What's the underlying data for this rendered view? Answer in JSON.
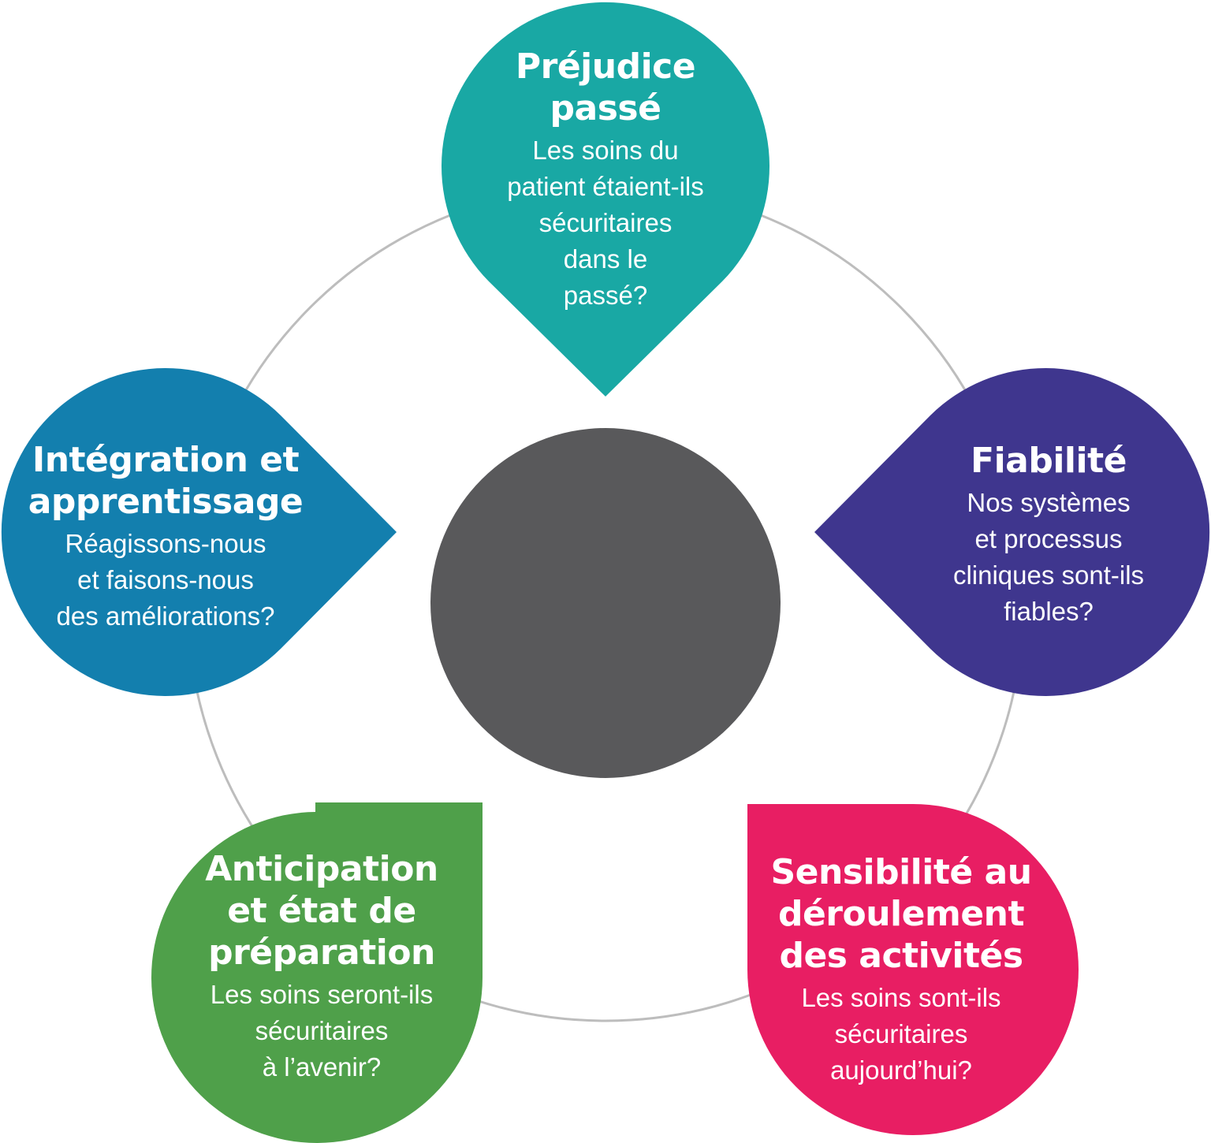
{
  "diagram": {
    "type": "cycle",
    "colors": {
      "ring": "#bdbdbd",
      "center": "#59595b",
      "text": "#ffffff"
    },
    "center": {
      "label": ""
    },
    "nodes": [
      {
        "id": "prejudice-passe",
        "title": "Préjudice\npassé",
        "question": "Les soins du\npatient étaient-ils\nsécuritaires\ndans le\npassé?",
        "color": "#19a8a4"
      },
      {
        "id": "fiabilite",
        "title": "Fiabilité",
        "question": "Nos systèmes\net processus\ncliniques sont-ils\nfiables?",
        "color": "#3f368e"
      },
      {
        "id": "sensibilite",
        "title": "Sensibilité au\ndéroulement\ndes activités",
        "question": "Les soins sont-ils\nsécuritaires\naujourd’hui?",
        "color": "#e81e63"
      },
      {
        "id": "anticipation",
        "title": "Anticipation\net état de\npréparation",
        "question": "Les soins seront-ils\nsécuritaires\nà l’avenir?",
        "color": "#4fa04a"
      },
      {
        "id": "integration",
        "title": "Intégration et\napprentissage",
        "question": "Réagissons-nous\net faisons-nous\ndes améliorations?",
        "color": "#137fae"
      }
    ]
  }
}
